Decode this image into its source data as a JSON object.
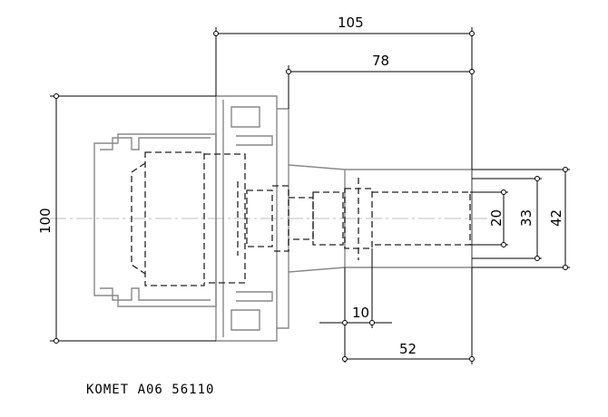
{
  "drawing": {
    "dimensions": {
      "overall_length": "105",
      "flange_to_end": "78",
      "height": "100",
      "d_inner": "20",
      "d_middle": "33",
      "d_outer": "42",
      "small_offset": "10",
      "nose_length": "52"
    },
    "caption": "KOMET A06 56110"
  }
}
